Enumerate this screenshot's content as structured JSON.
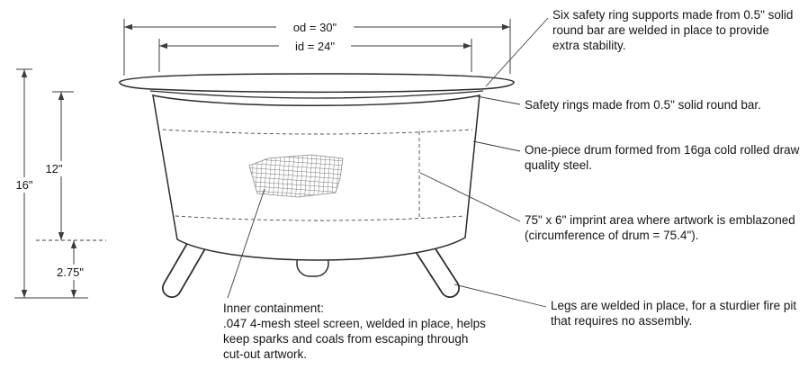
{
  "canvas": {
    "background": "#ffffff",
    "line_color": "#2b2b2b",
    "thin_line_color": "#444444",
    "mesh_color": "#777777"
  },
  "dimensions": {
    "od": "od = 30\"",
    "id": "id = 24\"",
    "total_height": "16\"",
    "drum_height": "12\"",
    "leg_height": "2.75\""
  },
  "annotations": {
    "ring_supports": "Six safety ring supports made from 0.5\" solid\nround bar are welded in place to provide\nextra stability.",
    "safety_rings": "Safety rings made from 0.5\" solid round bar.",
    "drum": "One-piece drum formed from 16ga cold rolled draw\nquality steel.",
    "imprint": "75\" x 6\" imprint area where artwork is emblazoned\n(circumference of drum = 75.4\").",
    "legs": "Legs are welded in place, for a sturdier fire pit\nthat requires no assembly.",
    "inner_containment": "Inner containment:\n.047 4-mesh steel screen, welded in place, helps\nkeep sparks and coals from escaping through\ncut-out artwork."
  }
}
